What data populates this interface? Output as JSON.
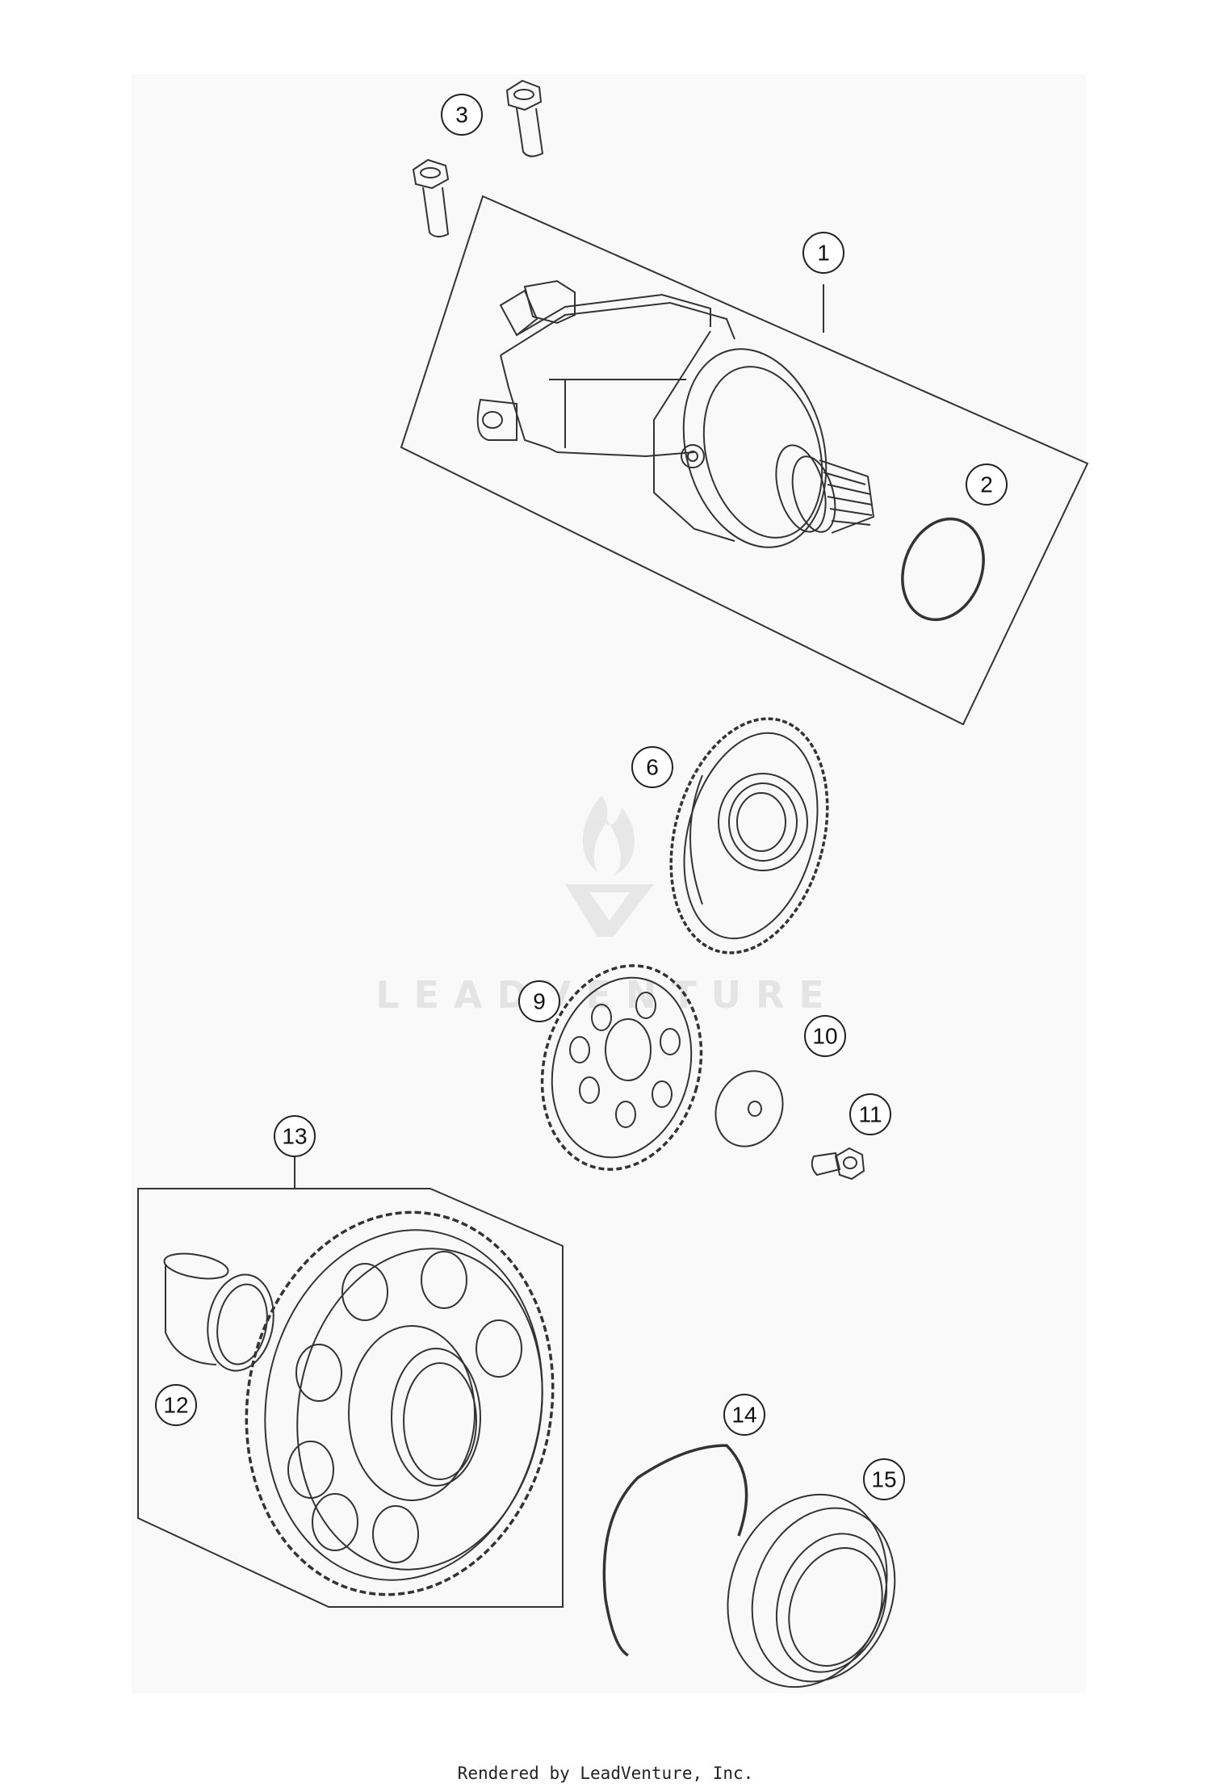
{
  "watermark": {
    "text": "LEADVENTURE"
  },
  "footer": {
    "text": "Rendered by LeadVenture, Inc."
  },
  "callouts": [
    "1",
    "2",
    "3",
    "6",
    "9",
    "10",
    "11",
    "12",
    "13",
    "14",
    "15"
  ]
}
